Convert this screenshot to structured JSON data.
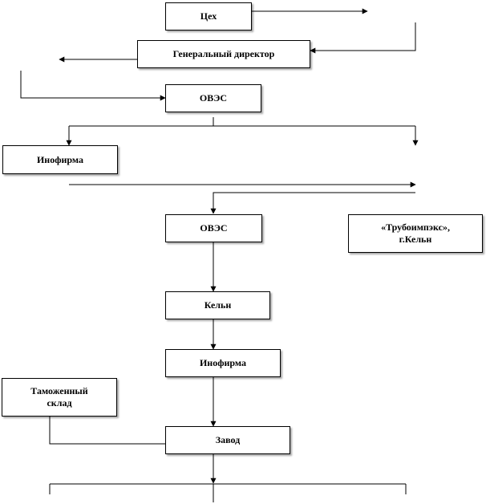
{
  "diagram": {
    "boxes": {
      "tsekh": "Цех",
      "general_director": "Генеральный директор",
      "oves_top": "ОВЭС",
      "infirma_top": "Инофирма",
      "oves_mid": "ОВЭС",
      "trubo_line1": "«Трубоимпэкс»,",
      "trubo_line2": "г.Кельн",
      "keln": "Кельн",
      "infirma_bottom": "Инофирма",
      "customs_line1": "Таможенный",
      "customs_line2": "склад",
      "zavod": "Завод"
    },
    "colors": {
      "line": "#000000",
      "box_border": "#000000",
      "box_fill": "#ffffff",
      "text": "#000000"
    }
  }
}
